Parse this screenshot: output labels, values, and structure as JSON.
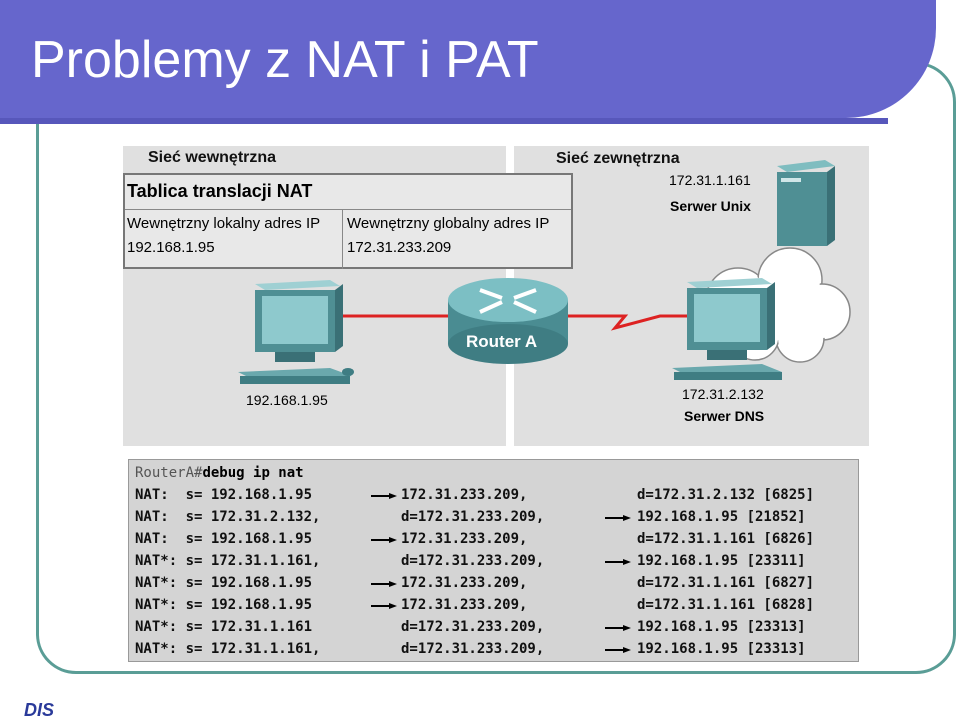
{
  "slide": {
    "title": "Problemy z NAT i PAT"
  },
  "diagram": {
    "inner_network_label": "Sieć wewnętrzna",
    "outer_network_label": "Sieć zewnętrzna",
    "nat_table": {
      "title": "Tablica translacji NAT",
      "col1_header": "Wewnętrzny lokalny adres IP",
      "col2_header": "Wewnętrzny globalny adres IP",
      "col1_value": "192.168.1.95",
      "col2_value": "172.31.233.209"
    },
    "pc_address": "192.168.1.95",
    "router_label": "Router A",
    "unix_server_ip": "172.31.1.161",
    "unix_server_label": "Serwer Unix",
    "dns_server_ip": "172.31.2.132",
    "dns_server_label": "Serwer DNS",
    "colors": {
      "link": "#dd2222",
      "router": "#5aa0a6",
      "computer": "#4f8f94"
    }
  },
  "debug": {
    "prompt": "RouterA#",
    "command": "debug ip nat",
    "lines": [
      {
        "a": "NAT:  s= 192.168.1.95",
        "b": "172.31.233.209,",
        "c": "d=172.31.2.132 [6825]",
        "arrow": "mid"
      },
      {
        "a": "NAT:  s= 172.31.2.132,",
        "b": "d=172.31.233.209,",
        "c": "192.168.1.95 [21852]",
        "arrow": "end"
      },
      {
        "a": "NAT:  s= 192.168.1.95",
        "b": "172.31.233.209,",
        "c": "d=172.31.1.161 [6826]",
        "arrow": "mid"
      },
      {
        "a": "NAT*: s= 172.31.1.161,",
        "b": "d=172.31.233.209,",
        "c": "192.168.1.95 [23311]",
        "arrow": "end"
      },
      {
        "a": "NAT*: s= 192.168.1.95",
        "b": "172.31.233.209,",
        "c": "d=172.31.1.161 [6827]",
        "arrow": "mid"
      },
      {
        "a": "NAT*: s= 192.168.1.95",
        "b": "172.31.233.209,",
        "c": "d=172.31.1.161 [6828]",
        "arrow": "mid"
      },
      {
        "a": "NAT*: s= 172.31.1.161",
        "b": "d=172.31.233.209,",
        "c": "192.168.1.95 [23313]",
        "arrow": "end"
      },
      {
        "a": "NAT*: s= 172.31.1.161,",
        "b": "d=172.31.233.209,",
        "c": "192.168.1.95 [23313]",
        "arrow": "end"
      }
    ]
  },
  "footer": {
    "logo_icon": "dis-logo-icon"
  }
}
